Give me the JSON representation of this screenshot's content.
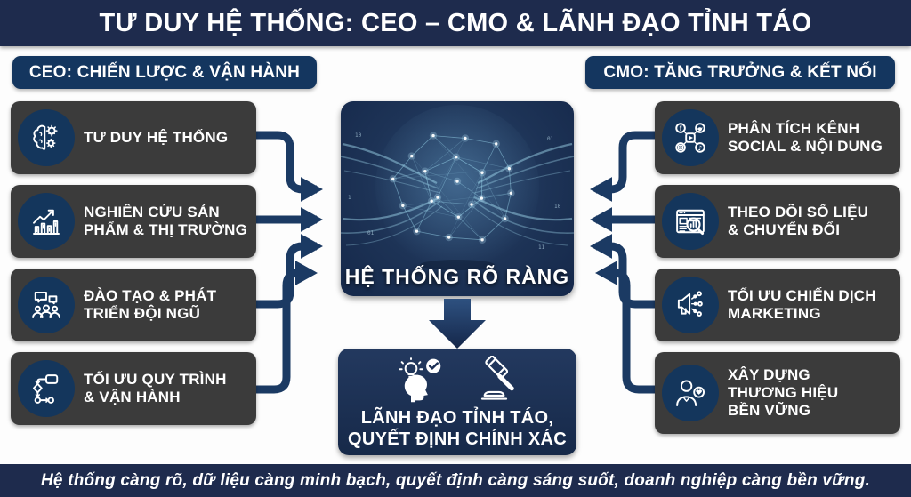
{
  "title": "TƯ DUY HỆ THỐNG: CEO – CMO & LÃNH ĐẠO TỈNH TÁO",
  "colors": {
    "navy_bar": "#1e2b4d",
    "badge_navy": "#14365f",
    "box_gray": "#3b3b3b",
    "icon_circle_navy": "#14365c",
    "arrow_navy": "#1b3a63",
    "network_cyan": "#9edcf2"
  },
  "left_column": {
    "header": "CEO: CHIẾN LƯỢC & VẬN HÀNH",
    "items": [
      {
        "icon": "brain-gears-icon",
        "label": "TƯ DUY HỆ THỐNG"
      },
      {
        "icon": "growth-chart-icon",
        "label": "NGHIÊN CỨU SẢN\nPHẨM & THỊ TRƯỜNG"
      },
      {
        "icon": "team-training-icon",
        "label": "ĐÀO TẠO & PHÁT\nTRIỂN ĐỘI NGŨ"
      },
      {
        "icon": "process-flow-icon",
        "label": "TỐI ƯU QUY TRÌNH\n& VẬN HÀNH"
      }
    ]
  },
  "right_column": {
    "header": "CMO: TĂNG TRƯỞNG & KẾT NỐI",
    "items": [
      {
        "icon": "social-channels-icon",
        "label": "PHÂN TÍCH KÊNH\nSOCIAL & NỘI DUNG"
      },
      {
        "icon": "analytics-icon",
        "label": "THEO DÕI SỐ LIỆU\n& CHUYỂN ĐỔI"
      },
      {
        "icon": "megaphone-icon",
        "label": "TỐI ƯU CHIẾN DỊCH\nMARKETING"
      },
      {
        "icon": "brand-heart-icon",
        "label": "XÂY DỰNG\nTHƯƠNG HIỆU\nBỀN VỮNG"
      }
    ]
  },
  "center": {
    "caption": "HỆ THỐNG RÕ RÀNG"
  },
  "outcome": {
    "label": "LÃNH ĐẠO TỈNH TÁO,\nQUYẾT ĐỊNH CHÍNH XÁC",
    "icons": [
      "insight-head-icon",
      "gavel-icon"
    ]
  },
  "footer": "Hệ thống càng rõ, dữ liệu càng minh bạch, quyết định càng sáng suốt, doanh nghiệp càng bền vững."
}
